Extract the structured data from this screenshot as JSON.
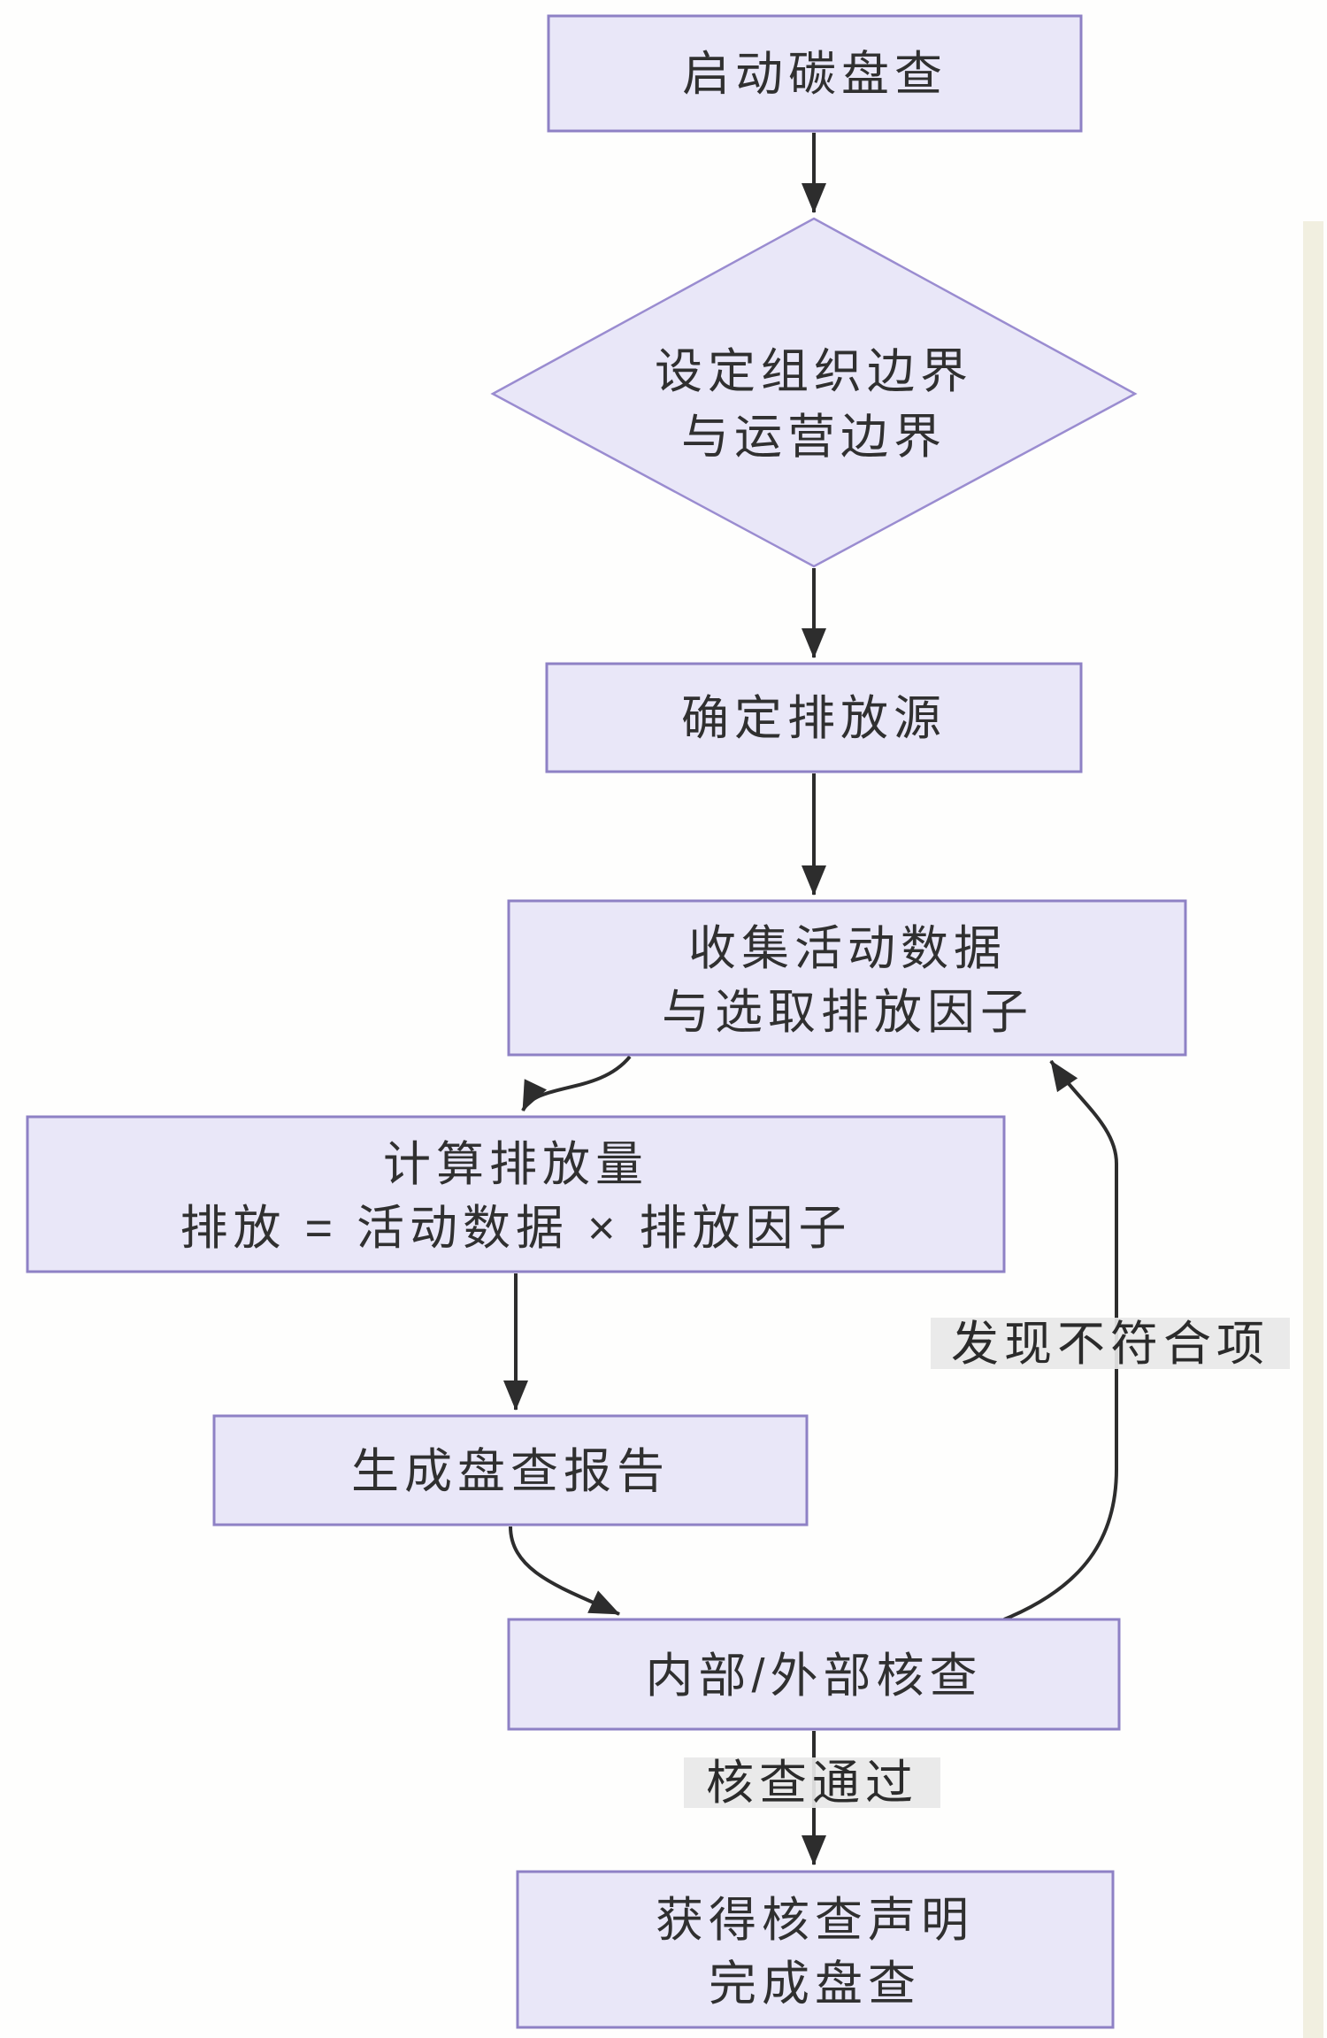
{
  "diagram": {
    "kind": "flowchart",
    "direction": "top-down",
    "topic": "碳盘查流程"
  },
  "nodes": {
    "start": {
      "label": "启动碳盘查",
      "shape": "rect"
    },
    "set_boundaries": {
      "line1": "设定组织边界",
      "line2": "与运营边界",
      "shape": "diamond"
    },
    "identify_sources": {
      "label": "确定排放源",
      "shape": "rect"
    },
    "collect_data": {
      "line1": "收集活动数据",
      "line2": "与选取排放因子",
      "shape": "rect"
    },
    "calculate": {
      "line1": "计算排放量",
      "line2": "排放 = 活动数据 × 排放因子",
      "shape": "rect"
    },
    "report": {
      "label": "生成盘查报告",
      "shape": "rect"
    },
    "verify": {
      "label": "内部/外部核查",
      "shape": "rect"
    },
    "complete": {
      "line1": "获得核查声明",
      "line2": "完成盘查",
      "shape": "rect"
    }
  },
  "edge_labels": {
    "nonconformity": "发现不符合项",
    "pass": "核查通过"
  },
  "edges": [
    {
      "from": "start",
      "to": "set_boundaries",
      "label": ""
    },
    {
      "from": "set_boundaries",
      "to": "identify_sources",
      "label": ""
    },
    {
      "from": "identify_sources",
      "to": "collect_data",
      "label": ""
    },
    {
      "from": "collect_data",
      "to": "calculate",
      "label": ""
    },
    {
      "from": "calculate",
      "to": "report",
      "label": ""
    },
    {
      "from": "report",
      "to": "verify",
      "label": ""
    },
    {
      "from": "verify",
      "to": "collect_data",
      "label": "发现不符合项"
    },
    {
      "from": "verify",
      "to": "complete",
      "label": "核查通过"
    }
  ],
  "colors": {
    "node_fill": "#E9E7F8",
    "node_border": "#8E81C5",
    "arrow": "#2D2D2D",
    "text": "#303030",
    "edge_label_bg": "#E8E8E8",
    "canvas_bg": "#FEFEFD",
    "right_edge_tint": "#ECE9D6"
  }
}
